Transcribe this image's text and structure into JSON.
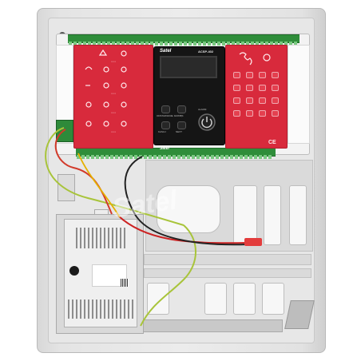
{
  "panel": {
    "brand": "Satel",
    "model": "ACSP-402",
    "center_keys": [
      {
        "label": "ODSTAWIANIE"
      },
      {
        "label": "DZWIĘK"
      },
      {
        "label": "ALARM"
      },
      {
        "label": "KASUJ"
      },
      {
        "label": "NEXT"
      }
    ]
  },
  "watermark": "Satel",
  "colors": {
    "enclosure": "#e4e4e4",
    "panel_red": "#d82a3c",
    "terminal_green": "#2f8d3a",
    "display_black": "#151515",
    "wire_red": "#cc2222",
    "wire_green_yellow": "#a8c43a",
    "wire_black": "#222222"
  },
  "icons": [
    "fire-icon",
    "bell-icon",
    "wrench-icon",
    "phone-icon",
    "power-icon",
    "warning-icon",
    "keypad-icon",
    "ce-mark-icon"
  ]
}
